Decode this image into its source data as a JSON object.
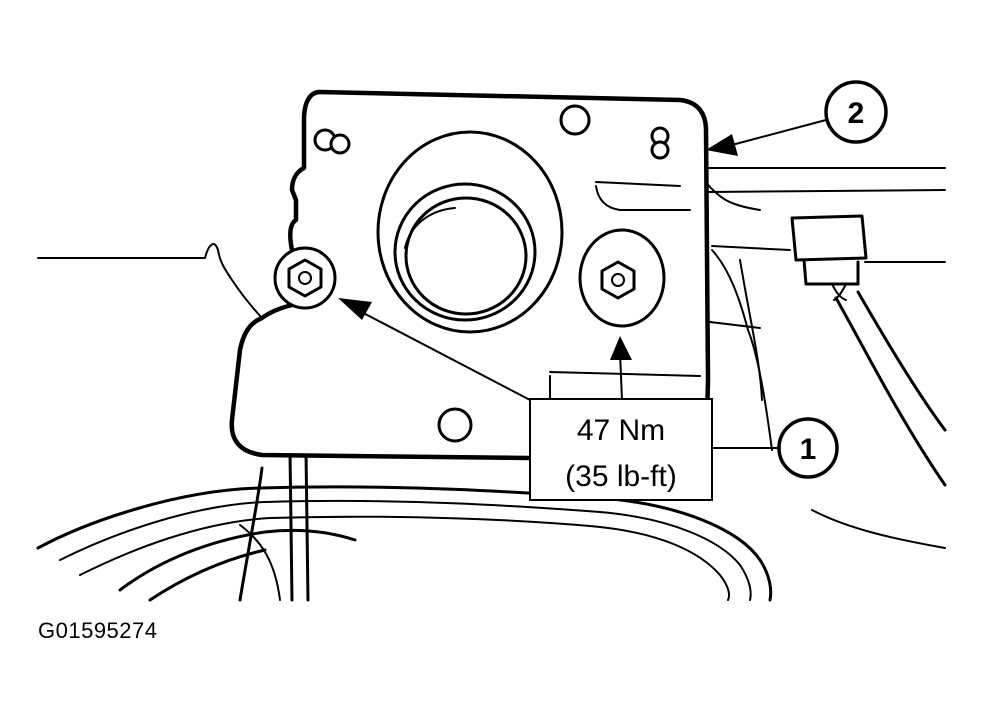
{
  "callouts": [
    {
      "number": "1"
    },
    {
      "number": "2"
    }
  ],
  "torque_spec": {
    "line1": "47 Nm",
    "line2": "(35 lb-ft)"
  },
  "figure_id": "G01595274"
}
